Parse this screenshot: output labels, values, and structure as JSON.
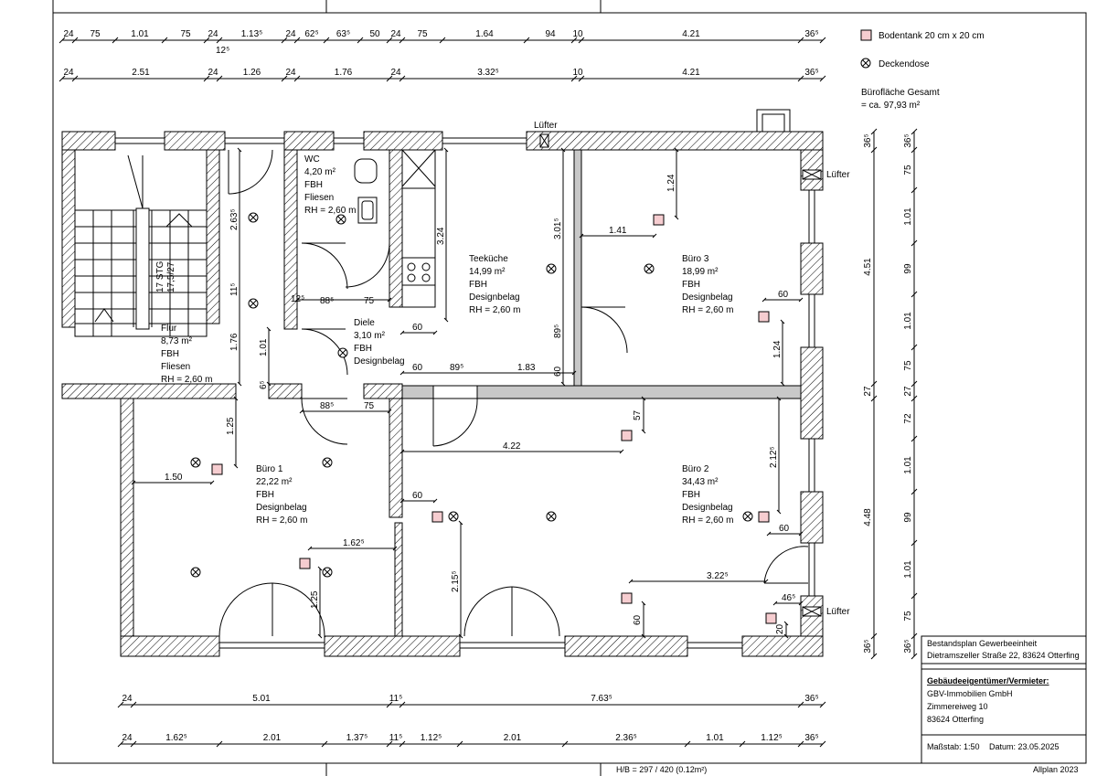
{
  "legend": {
    "bodentank": "Bodentank 20 cm x 20 cm",
    "deckendose": "Deckendose",
    "area_title": "Bürofläche Gesamt",
    "area_value": "= ca. 97,93 m²"
  },
  "rooms": [
    {
      "lines": [
        "WC",
        "4,20 m²",
        "FBH",
        "Fliesen",
        "RH = 2,60 m"
      ]
    },
    {
      "lines": [
        "Teeküche",
        "14,99 m²",
        "FBH",
        "Designbelag",
        "RH = 2,60 m"
      ]
    },
    {
      "lines": [
        "Büro 3",
        "18,99 m²",
        "FBH",
        "Designbelag",
        "RH = 2,60 m"
      ]
    },
    {
      "lines": [
        "Flur",
        "8,73 m²",
        "FBH",
        "Fliesen",
        "RH = 2,60 m"
      ]
    },
    {
      "lines": [
        "Diele",
        "3,10 m²",
        "FBH",
        "Designbelag"
      ]
    },
    {
      "lines": [
        "Büro 1",
        "22,22 m²",
        "FBH",
        "Designbelag",
        "RH = 2,60 m"
      ]
    },
    {
      "lines": [
        "Büro 2",
        "34,43 m²",
        "FBH",
        "Designbelag",
        "RH = 2,60 m"
      ]
    }
  ],
  "labels": {
    "luefter": "Lüfter",
    "stair_1": "17 STG",
    "stair_2": "17,5/27"
  },
  "top_dims_row1": [
    "24",
    "75",
    "1.01",
    "75",
    "24",
    "1.13⁵",
    "24",
    "62⁵",
    "63⁵",
    "50",
    "24",
    "75",
    "1.64",
    "94",
    "10",
    "4.21",
    "36⁵"
  ],
  "top_dims_row1_sub": "12⁵",
  "top_dims_row2": [
    "24",
    "2.51",
    "24",
    "1.26",
    "24",
    "1.76",
    "24",
    "3.32⁵",
    "10",
    "4.21",
    "36⁵"
  ],
  "bottom_dims_row1": [
    "24",
    "5.01",
    "11⁵",
    "7.63⁵",
    "36⁵"
  ],
  "bottom_dims_row2": [
    "24",
    "1.62⁵",
    "2.01",
    "1.37⁵",
    "11⁵",
    "1.12⁵",
    "2.01",
    "2.36⁵",
    "1.01",
    "1.12⁵",
    "36⁵"
  ],
  "right_dims_outer": [
    "36⁵",
    "4.51",
    "27",
    "4.48",
    "36⁵"
  ],
  "right_dims_inner": [
    "36⁵",
    "75",
    "1.01",
    "99",
    "1.01",
    "75",
    "27",
    "72",
    "1.01",
    "99",
    "1.01",
    "75",
    "36⁵"
  ],
  "inner_dims": [
    "2.63⁵",
    "11⁵",
    "1.76",
    "1.01",
    "6⁵",
    "12⁵",
    "88⁵",
    "75",
    "3.24",
    "60",
    "3.01⁵",
    "89⁵",
    "60",
    "89⁵",
    "1.83",
    "60",
    "1.24",
    "1.41",
    "60",
    "1.24",
    "1.25",
    "1.50",
    "88⁵",
    "75",
    "4.22",
    "57",
    "2.12⁵",
    "60",
    "1.62⁵",
    "2.15⁵",
    "1.25",
    "60",
    "3.22⁵",
    "46⁵",
    "60",
    "20"
  ],
  "title_block": {
    "line1": "Bestandsplan Gewerbeeinheit",
    "line2": "Dietramszeller Straße 22, 83624 Otterfing",
    "owner_heading": "Gebäudeeigentümer/Vermieter:",
    "owner_1": "GBV-Immobilien GmbH",
    "owner_2": "Zimmereiweg 10",
    "owner_3": "83624 Otterfing",
    "scale": "Maßstab: 1:50",
    "date": "Datum: 23.05.2025"
  },
  "footer": {
    "paper": "H/B = 297 / 420 (0.12m²)",
    "software": "Allplan 2023"
  }
}
